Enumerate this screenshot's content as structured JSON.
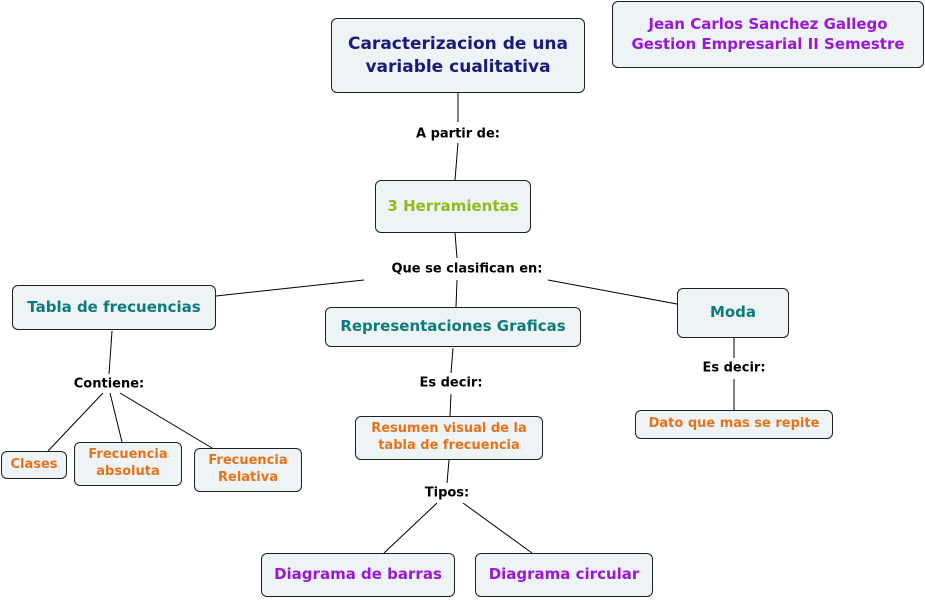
{
  "nodes": {
    "title": "Caracterizacion de una variable cualitativa",
    "author_name": "Jean Carlos Sanchez Gallego",
    "author_program": "Gestion Empresarial II Semestre",
    "tools": "3 Herramientas",
    "tabla": "Tabla de frecuencias",
    "representaciones": "Representaciones Graficas",
    "moda": "Moda",
    "clases": "Clases",
    "frec_abs": "Frecuencia absoluta",
    "frec_rel": "Frecuencia Relativa",
    "resumen": "Resumen visual de la tabla de frecuencia",
    "dato": "Dato que mas se repite",
    "barras": "Diagrama de barras",
    "circular": "Diagrama circular"
  },
  "links": {
    "a_partir": "A partir de:",
    "clasifican": "Que se clasifican en:",
    "contiene": "Contiene:",
    "es_decir_1": "Es decir:",
    "es_decir_2": "Es decir:",
    "tipos": "Tipos:"
  },
  "colors": {
    "title": "#1a1a7a",
    "author": "#9b17d6",
    "green": "#8fbb1b",
    "teal": "#0e7b7b",
    "orange": "#e6731a",
    "purple": "#9b17d6",
    "node_fill": "#eef4f5"
  }
}
